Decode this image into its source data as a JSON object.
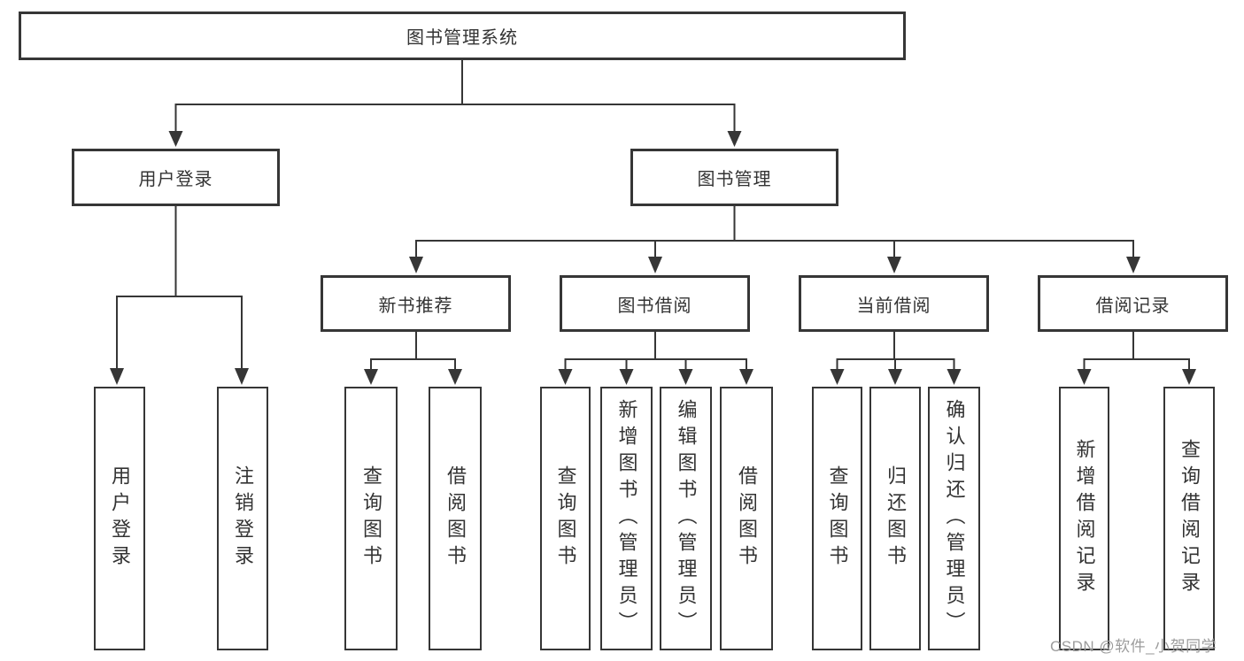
{
  "diagram": {
    "tree": {
      "root": {
        "label": "图书管理系统",
        "children": [
          {
            "label": "用户登录",
            "children": [
              {
                "label": "用户登录"
              },
              {
                "label": "注销登录"
              }
            ]
          },
          {
            "label": "图书管理",
            "children": [
              {
                "label": "新书推荐",
                "children": [
                  {
                    "label": "查询图书"
                  },
                  {
                    "label": "借阅图书"
                  }
                ]
              },
              {
                "label": "图书借阅",
                "children": [
                  {
                    "label": "查询图书"
                  },
                  {
                    "label": "新增图书（管理员）"
                  },
                  {
                    "label": "编辑图书（管理员）"
                  },
                  {
                    "label": "借阅图书"
                  }
                ]
              },
              {
                "label": "当前借阅",
                "children": [
                  {
                    "label": "查询图书"
                  },
                  {
                    "label": "归还图书"
                  },
                  {
                    "label": "确认归还（管理员）"
                  }
                ]
              },
              {
                "label": "借阅记录",
                "children": [
                  {
                    "label": "新增借阅记录"
                  },
                  {
                    "label": "查询借阅记录"
                  }
                ]
              }
            ]
          }
        ]
      }
    },
    "colors": {
      "line": "#363636",
      "text": "#333333",
      "background": "#ffffff",
      "watermark_text": "#9c9c9c"
    }
  },
  "watermark": {
    "text": "CSDN @软件_小贺同学"
  }
}
